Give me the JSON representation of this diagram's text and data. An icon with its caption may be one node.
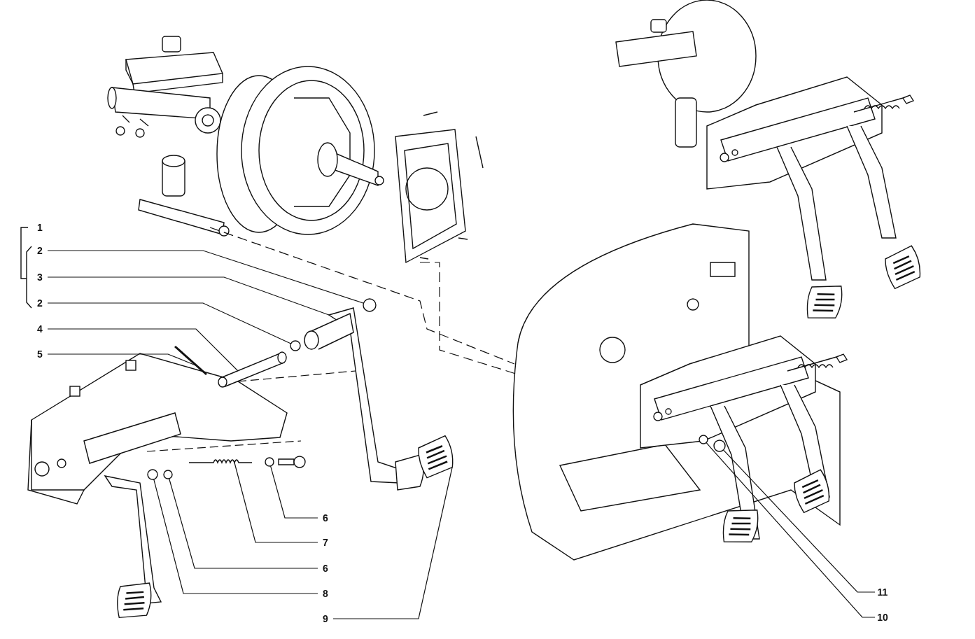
{
  "diagram": {
    "nodes": [
      {
        "text": [
          "2"
        ]
      },
      {
        "text": [
          "3"
        ]
      },
      {
        "text": [
          "2"
        ]
      },
      {
        "text": [
          "4"
        ]
      },
      {
        "text": [
          "5"
        ]
      },
      {
        "text": [
          "6"
        ]
      },
      {
        "text": [
          "7"
        ]
      },
      {
        "text": [
          "6"
        ]
      },
      {
        "text": [
          "8"
        ]
      },
      {
        "text": [
          "9"
        ]
      },
      {
        "text": [
          "11"
        ]
      },
      {
        "text": [
          "10"
        ]
      },
      {
        "text": [],
        "shape": "circle"
      },
      {
        "text": [],
        "shape": "picture"
      },
      {
        "text": [],
        "shape": "circle"
      },
      {
        "text": [],
        "shape": "picture"
      },
      {
        "text": [],
        "shape": "picture"
      },
      {
        "text": [],
        "shape": "circle"
      },
      {
        "text": [],
        "shape": "picture"
      },
      {
        "text": [],
        "shape": "circle"
      },
      {
        "text": [],
        "shape": "circle"
      },
      {
        "text": [],
        "shape": "picture"
      },
      {
        "text": [],
        "shape": "circle"
      },
      {
        "text": [],
        "shape": "circle"
      },
      {
        "text": [],
        "shape": "picture"
      }
    ],
    "edges": [
      {
        "from": 0,
        "to": 12,
        "arrow": "none"
      },
      {
        "from": 1,
        "to": 13,
        "arrow": "none"
      },
      {
        "from": 2,
        "to": 14,
        "arrow": "none"
      },
      {
        "from": 3,
        "to": 15,
        "arrow": "none"
      },
      {
        "from": 4,
        "to": 16,
        "arrow": "none"
      },
      {
        "from": 5,
        "to": 17,
        "arrow": "none"
      },
      {
        "from": 6,
        "to": 18,
        "arrow": "none"
      },
      {
        "from": 7,
        "to": 19,
        "arrow": "none"
      },
      {
        "from": 8,
        "to": 20,
        "arrow": "none"
      },
      {
        "from": 9,
        "to": 21,
        "arrow": "none"
      },
      {
        "from": 10,
        "to": 22,
        "arrow": "none"
      },
      {
        "from": 11,
        "to": 23,
        "arrow": "none"
      },
      {
        "from": 24,
        "to": 13,
        "arrow": "none",
        "style": "dashed"
      }
    ],
    "labels": [
      "1"
    ]
  }
}
